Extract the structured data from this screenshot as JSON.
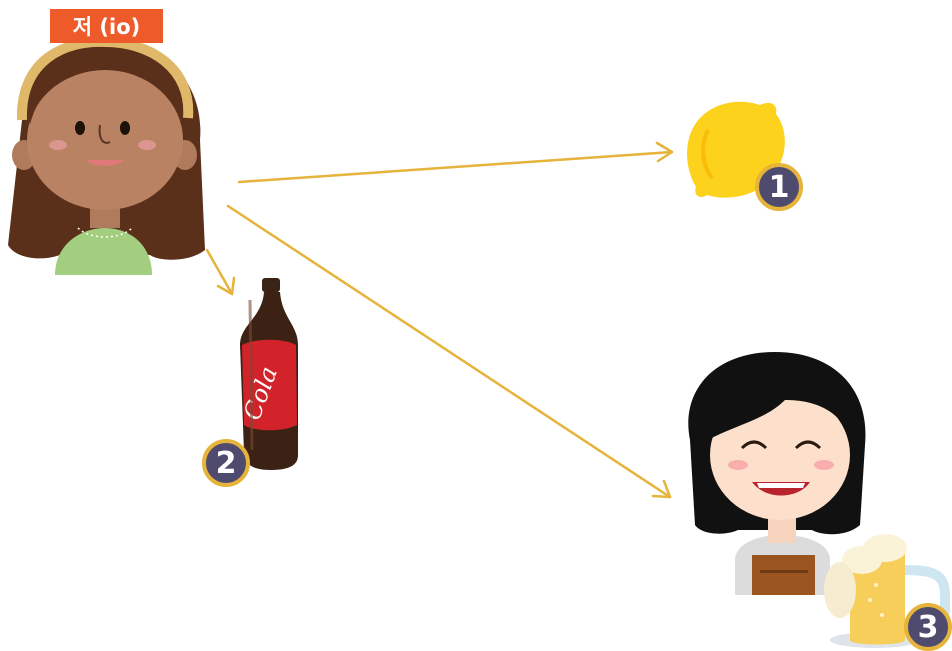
{
  "speaker_label": "저 (io)",
  "badges": [
    "1",
    "2",
    "3"
  ],
  "colors": {
    "label_bg": "#ef5a2b",
    "badge_fill": "#4e4b6f",
    "badge_ring": "#e6b33b",
    "arrow": "#e6b33b"
  },
  "icons": {
    "speaker": "girl-with-headband-icon",
    "item_1": "lemon-icon",
    "item_2": "cola-bottle-icon",
    "item_3": "waitress-with-beer-icon"
  }
}
